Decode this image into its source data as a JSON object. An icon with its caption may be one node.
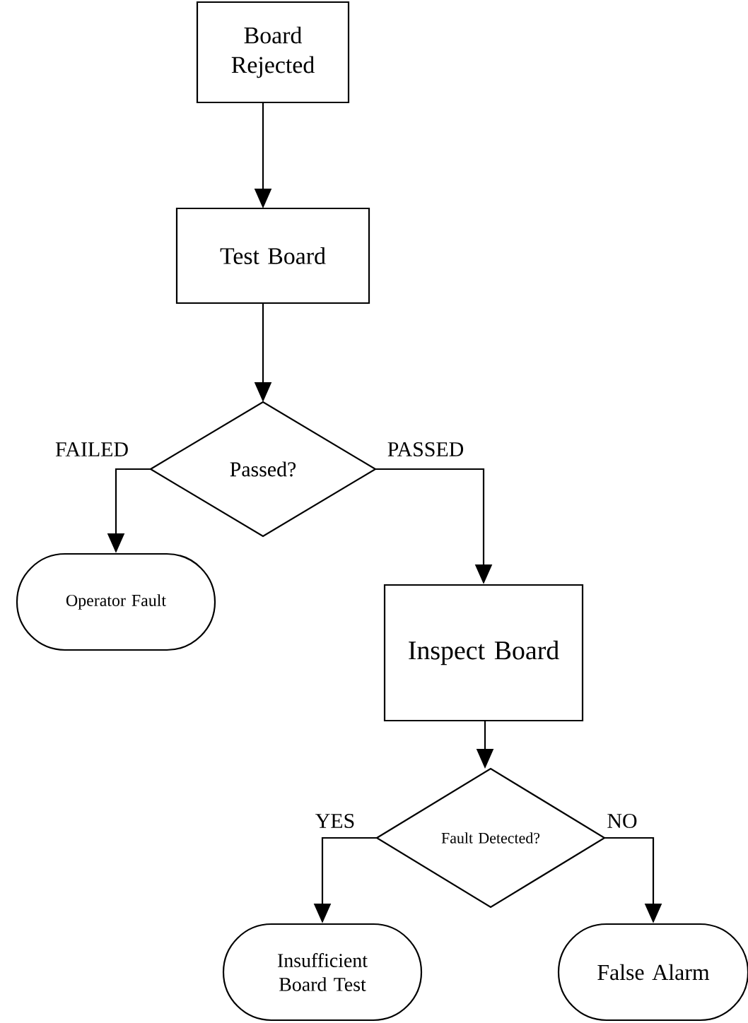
{
  "diagram": {
    "nodes": [
      {
        "text": [
          "Board Rejected"
        ]
      },
      {
        "text": [
          "Test Board"
        ]
      },
      {
        "text": [
          "Passed?"
        ]
      },
      {
        "text": [
          "Operator Fault"
        ]
      },
      {
        "text": [
          "Inspect Board"
        ]
      },
      {
        "text": [
          "Fault Detected?"
        ]
      },
      {
        "text": [
          "Insufficient Board Test"
        ]
      },
      {
        "text": [
          "False Alarm"
        ]
      }
    ],
    "edges": [
      {
        "from": 0,
        "to": 1,
        "arrow": "to"
      },
      {
        "from": 1,
        "to": 2,
        "arrow": "to"
      },
      {
        "from": 2,
        "to": 3,
        "arrow": "to",
        "label": "FAILED"
      },
      {
        "from": 2,
        "to": 4,
        "arrow": "to",
        "label": "PASSED"
      },
      {
        "from": 4,
        "to": 5,
        "arrow": "to"
      },
      {
        "from": 5,
        "to": 6,
        "arrow": "to",
        "label": "YES"
      },
      {
        "from": 5,
        "to": 7,
        "arrow": "to",
        "label": "NO"
      }
    ]
  }
}
